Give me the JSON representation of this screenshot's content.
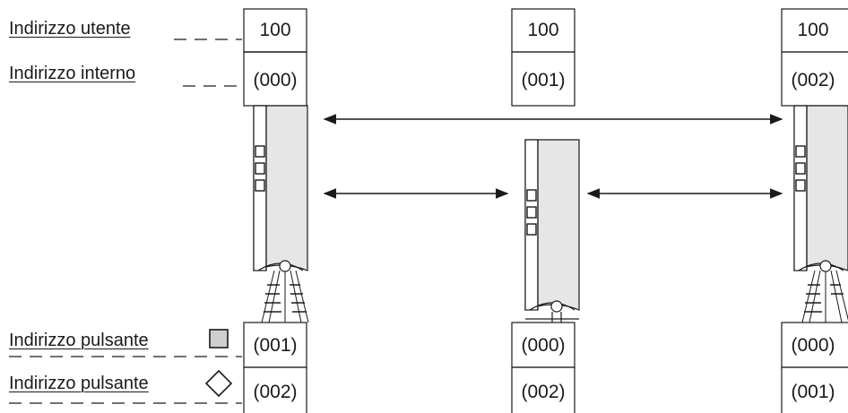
{
  "labels": {
    "user_address": "Indirizzo utente",
    "internal_address": "Indirizzo interno",
    "button_address_square": "Indirizzo pulsante",
    "button_address_diamond": "Indirizzo pulsante"
  },
  "units": [
    {
      "user": "100",
      "internal": "(000)",
      "button_square": "(001)",
      "button_diamond": "(002)"
    },
    {
      "user": "100",
      "internal": "(001)",
      "button_square": "(000)",
      "button_diamond": "(002)"
    },
    {
      "user": "100",
      "internal": "(002)",
      "button_square": "(000)",
      "button_diamond": "(001)"
    }
  ],
  "colors": {
    "ink": "#1a1a1a",
    "handset_fill": "#e6e6e6",
    "marker_fill": "#cfcfcf"
  }
}
